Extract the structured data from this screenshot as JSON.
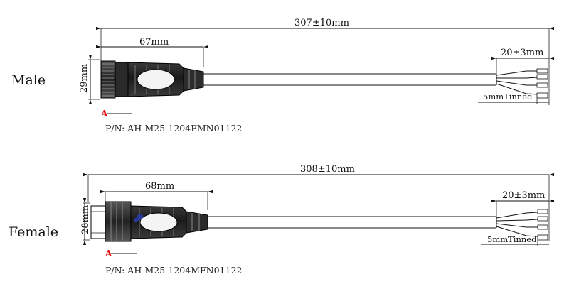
{
  "male": {
    "label": "Male",
    "overall_length": "307±10mm",
    "connector_length": "67mm",
    "diameter": "29mm",
    "strip_length": "20±3mm",
    "tinned": "5mmTinned",
    "view_mark": "A",
    "part_number": "P/N: AH-M25-1204FMN01122"
  },
  "female": {
    "label": "Female",
    "overall_length": "308±10mm",
    "connector_length": "68mm",
    "diameter": "28mm",
    "strip_length": "20±3mm",
    "tinned": "5mmTinned",
    "view_mark": "A",
    "part_number": "P/N: AH-M25-1204MFN01122"
  }
}
